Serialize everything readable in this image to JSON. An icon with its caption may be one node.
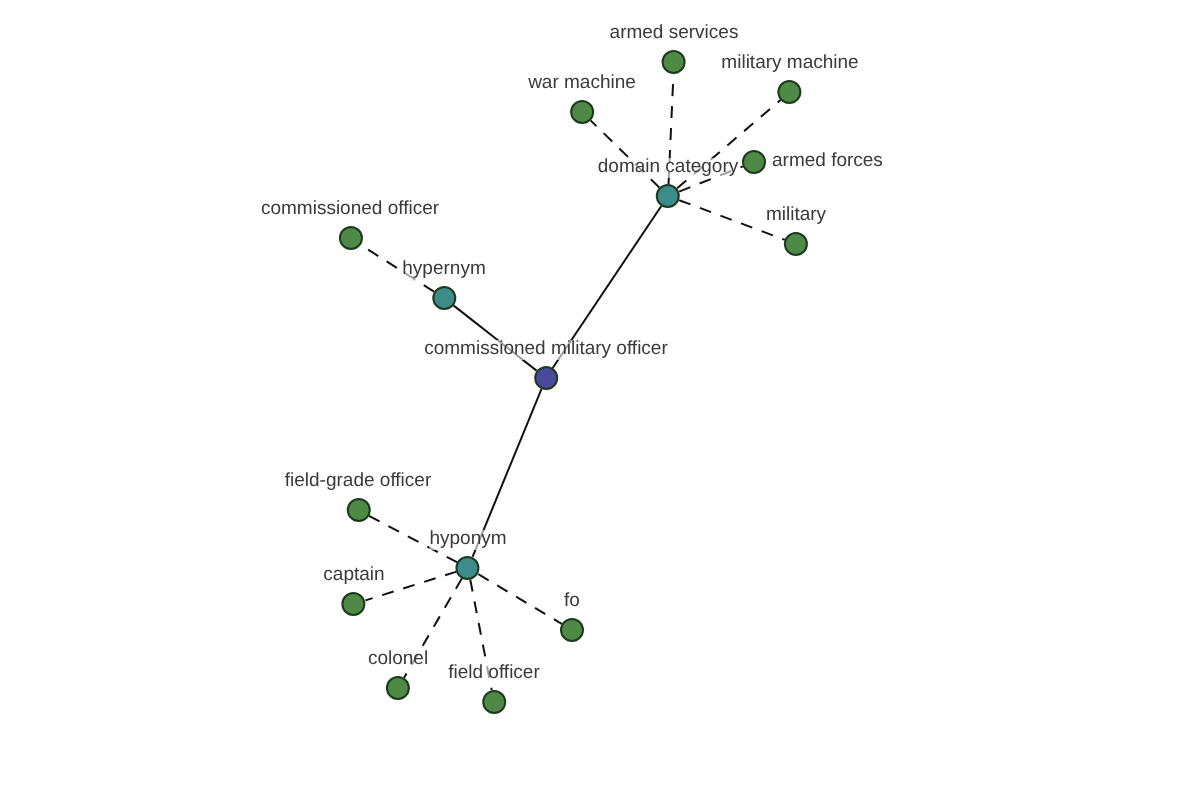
{
  "diagram": {
    "nodes": [
      {
        "text": [
          "commissioned military officer"
        ]
      },
      {
        "text": [
          "hypernym"
        ]
      },
      {
        "text": [
          "commissioned officer"
        ]
      },
      {
        "text": [
          "domain category"
        ]
      },
      {
        "text": [
          "armed services"
        ]
      },
      {
        "text": [
          "military machine"
        ]
      },
      {
        "text": [
          "war machine"
        ]
      },
      {
        "text": [
          "armed forces"
        ]
      },
      {
        "text": [
          "military"
        ]
      },
      {
        "text": [
          "hyponym"
        ]
      },
      {
        "text": [
          "field-grade officer"
        ]
      },
      {
        "text": [
          "captain"
        ]
      },
      {
        "text": [
          "fo"
        ]
      },
      {
        "text": [
          "colonel"
        ]
      },
      {
        "text": [
          "field officer"
        ]
      }
    ],
    "edges": [
      {
        "from": 0,
        "to": 1,
        "arrow": "none"
      },
      {
        "from": 0,
        "to": 3,
        "arrow": "none"
      },
      {
        "from": 0,
        "to": 9,
        "arrow": "none"
      },
      {
        "from": 1,
        "to": 2,
        "arrow": "none",
        "style": "dashed"
      },
      {
        "from": 3,
        "to": 4,
        "arrow": "none",
        "style": "dashed"
      },
      {
        "from": 3,
        "to": 5,
        "arrow": "none",
        "style": "dashed"
      },
      {
        "from": 3,
        "to": 6,
        "arrow": "none",
        "style": "dashed"
      },
      {
        "from": 3,
        "to": 7,
        "arrow": "none",
        "style": "dashed"
      },
      {
        "from": 3,
        "to": 8,
        "arrow": "none",
        "style": "dashed"
      },
      {
        "from": 9,
        "to": 10,
        "arrow": "none",
        "style": "dashed"
      },
      {
        "from": 9,
        "to": 11,
        "arrow": "none",
        "style": "dashed"
      },
      {
        "from": 9,
        "to": 12,
        "arrow": "none",
        "style": "dashed"
      },
      {
        "from": 9,
        "to": 13,
        "arrow": "none",
        "style": "dashed"
      },
      {
        "from": 9,
        "to": 14,
        "arrow": "none",
        "style": "dashed"
      }
    ]
  }
}
